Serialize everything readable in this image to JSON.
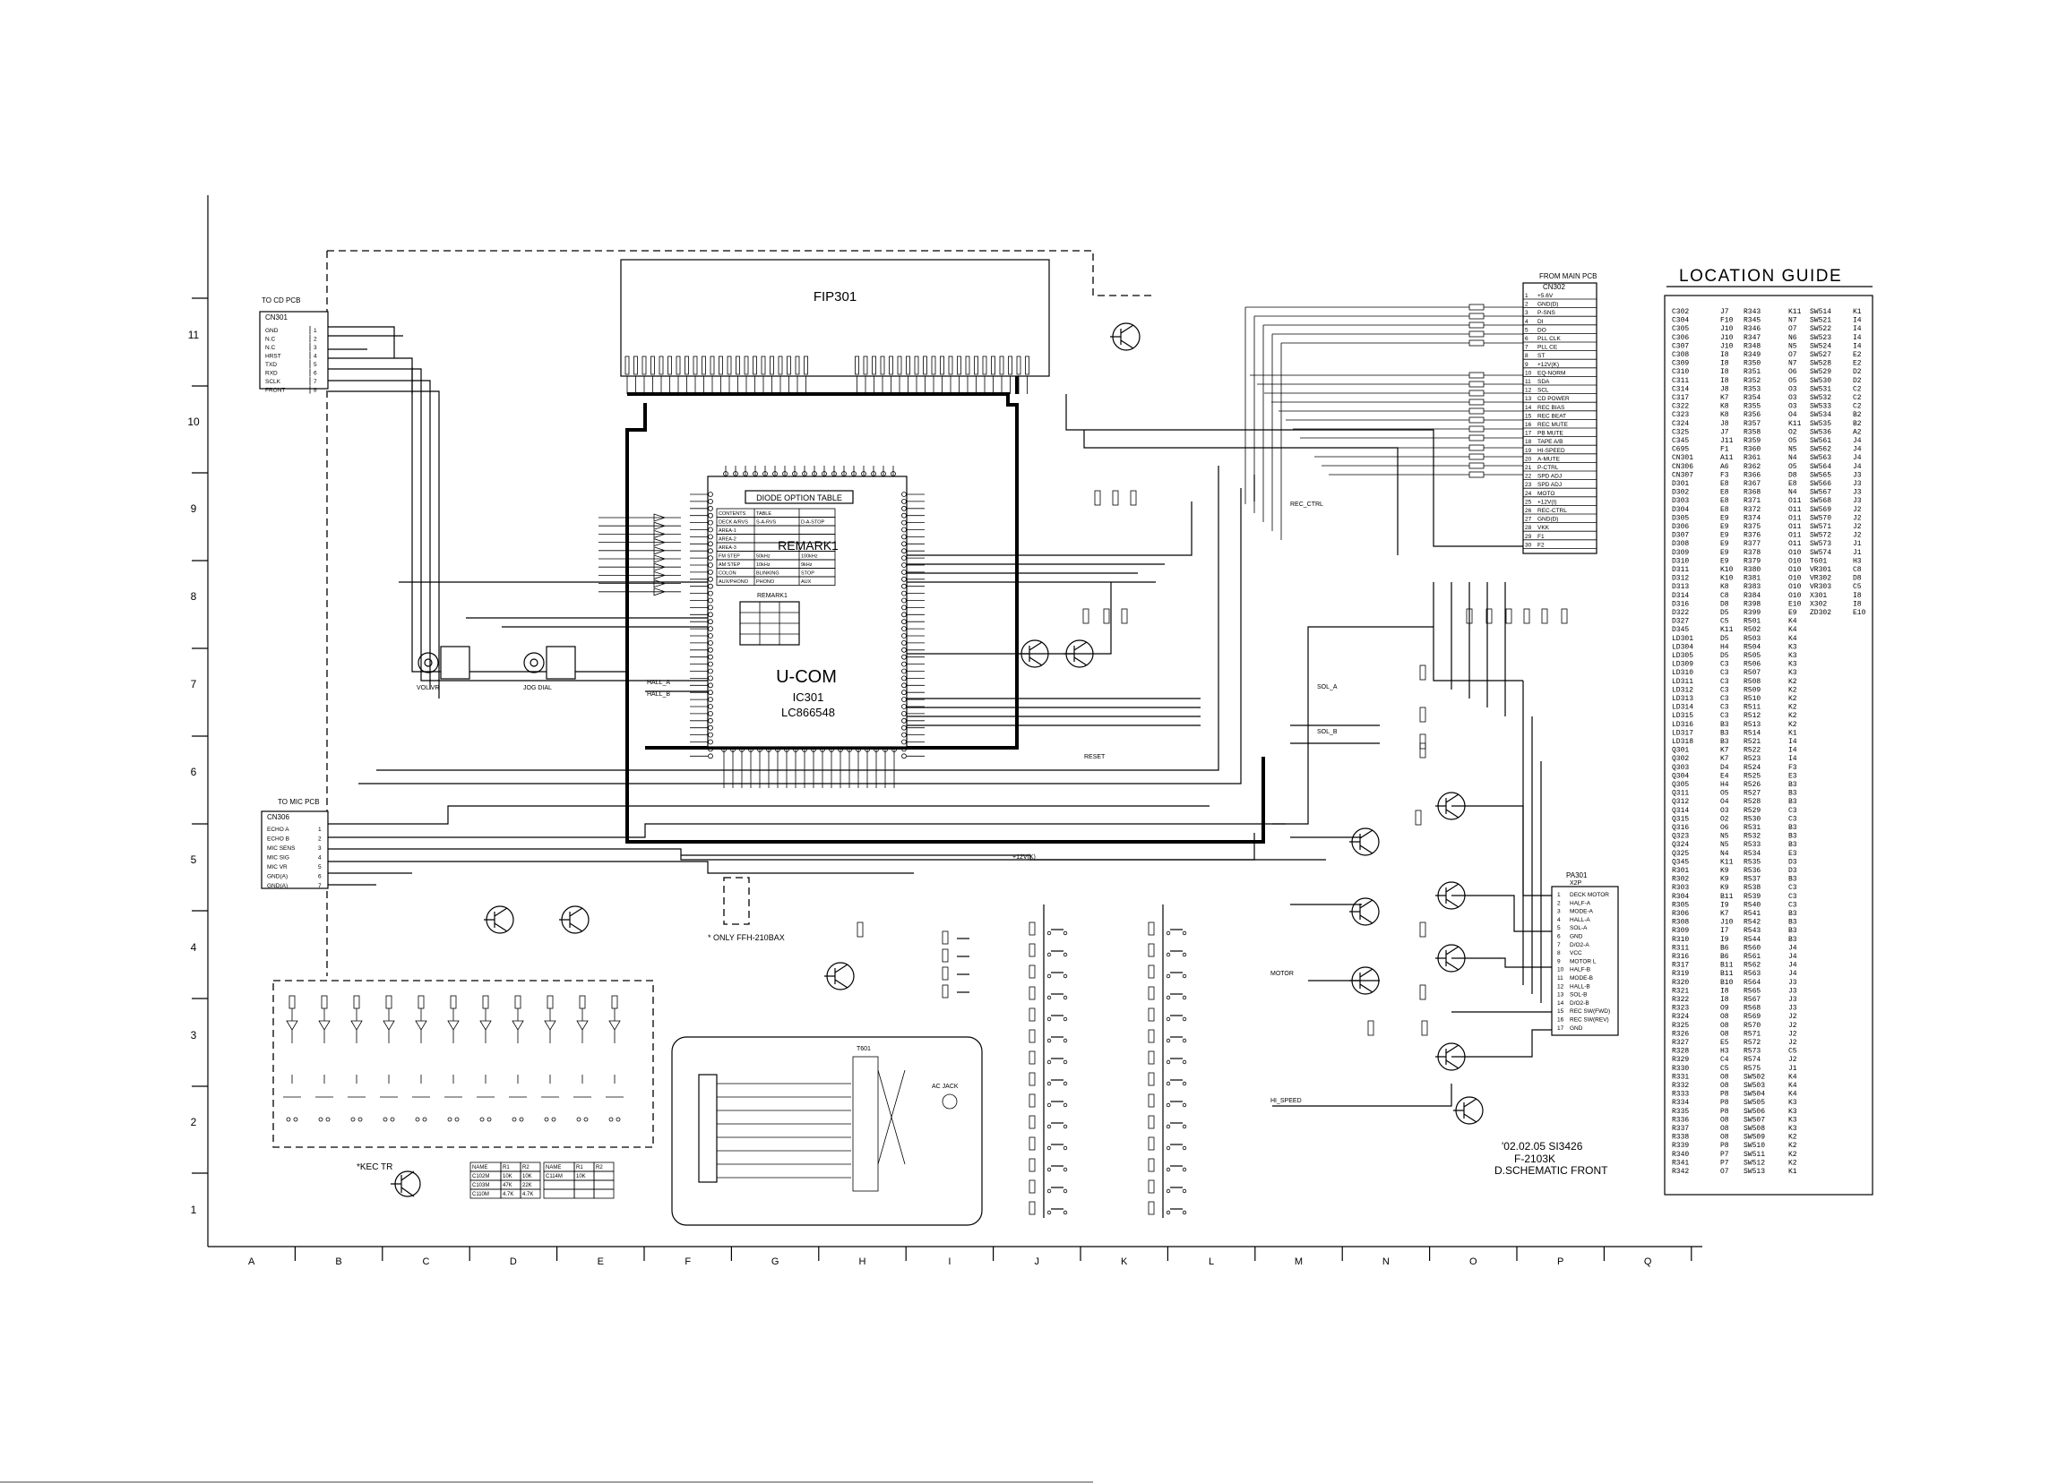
{
  "fip": {
    "label": "FIP301"
  },
  "ucom": {
    "title": "U-COM",
    "ic": "IC301",
    "part": "LC866548",
    "remark": "REMARK1"
  },
  "diode_option": {
    "title": "DIODE OPTION TABLE",
    "rows": [
      [
        "CONTENTS",
        "TABLE",
        ""
      ],
      [
        "DECK A/RVS",
        "S-A-RVS",
        "D-A-STOP"
      ],
      [
        "AREA-1",
        "",
        ""
      ],
      [
        "AREA-2",
        "",
        ""
      ],
      [
        "AREA-3",
        "",
        ""
      ],
      [
        "FM STEP",
        "50kHz",
        "100kHz"
      ],
      [
        "AM STEP",
        "10kHz",
        "9kHz"
      ],
      [
        "COLON",
        "BLINKING",
        "STOP"
      ],
      [
        "AUX/PHONO",
        "PHONO",
        "AUX"
      ]
    ]
  },
  "connectors": {
    "cn301": {
      "title": "TO CD PCB",
      "name": "CN301",
      "pins": [
        "GND",
        "N.C",
        "N.C",
        "HRST",
        "TXD",
        "RXD",
        "SCLK",
        "FRONT"
      ]
    },
    "cn306": {
      "title": "TO MIC PCB",
      "name": "CN306",
      "pins": [
        "ECHO A",
        "ECHO B",
        "MIC SENS",
        "MIC SIG",
        "MIC VR",
        "GND(A)",
        "GND(A)"
      ]
    },
    "cn302": {
      "title": "FROM MAIN PCB",
      "name": "CN302",
      "pins": [
        "+5.6V",
        "GND(D)",
        "P-SNS",
        "DI",
        "DO",
        "PLL CLK",
        "PLL CE",
        "ST",
        "+12V(K)",
        "EQ-NORM",
        "SDA",
        "SCL",
        "CD POWER",
        "REC BIAS",
        "REC BEAT",
        "REC MUTE",
        "PB MUTE",
        "TAPE A/B",
        "HI-SPEED",
        "A-MUTE",
        "P-CTRL",
        "SPD ADJ",
        "SPD ADJ",
        "MOTO",
        "+12V(I)",
        "REC-CTRL",
        "GND(D)",
        "VKK",
        "F1",
        "F2"
      ]
    },
    "pa301": {
      "name": "PA301",
      "sub": "X2P",
      "pins": [
        "DECK MOTOR",
        "HALF-A",
        "MODE-A",
        "HALL-A",
        "SOL-A",
        "GND",
        "D/O2-A",
        "VCC",
        "MOTOR L",
        "HALF-B",
        "MODE-B",
        "HALL-B",
        "SOL-B",
        "D/O2-B",
        "REC SW(FWD)",
        "REC SW(REV)",
        "GND"
      ]
    }
  },
  "nets": [
    "HALL_A",
    "HALL_B",
    "SOL_A",
    "SOL_B",
    "MOTOR",
    "HI_SPEED",
    "RESET",
    "+12V(K)",
    "REC_CTRL"
  ],
  "labels": {
    "vol": "VOL VR",
    "jog": "JOG DIAL",
    "only": "* ONLY FFH-210BAX",
    "kec": "*KEC TR",
    "t601": "T601",
    "ac_jack": "AC JACK",
    "remark_foot": "REMARK1"
  },
  "title_block": {
    "date": "'02.02.05 SI3426",
    "model": "F-2103K",
    "sheet": "D.SCHEMATIC FRONT"
  },
  "kec_table": {
    "head": [
      "NAME",
      "R1",
      "R2"
    ],
    "rows": [
      [
        "C102M",
        "10K",
        "10K"
      ],
      [
        "C103M",
        "47K",
        "22K"
      ],
      [
        "C110M",
        "4.7K",
        "4.7K"
      ]
    ],
    "head2": [
      "NAME",
      "R1",
      "R2"
    ],
    "rows2": [
      [
        "C114M",
        "10K",
        ""
      ]
    ]
  },
  "grid": {
    "columns": [
      "A",
      "B",
      "C",
      "D",
      "E",
      "F",
      "G",
      "H",
      "I",
      "J",
      "K",
      "L",
      "M",
      "N",
      "O",
      "P",
      "Q"
    ],
    "rows": [
      "1",
      "2",
      "3",
      "4",
      "5",
      "6",
      "7",
      "8",
      "9",
      "10",
      "11"
    ]
  },
  "location_guide": {
    "title": "LOCATION GUIDE",
    "col1": [
      [
        "C302",
        "J7"
      ],
      [
        "C304",
        "F10"
      ],
      [
        "C305",
        "J10"
      ],
      [
        "C306",
        "J10"
      ],
      [
        "C307",
        "J10"
      ],
      [
        "C308",
        "I8"
      ],
      [
        "C309",
        "I8"
      ],
      [
        "C310",
        "I8"
      ],
      [
        "C311",
        "I8"
      ],
      [
        "C314",
        "J8"
      ],
      [
        "C317",
        "K7"
      ],
      [
        "C322",
        "K8"
      ],
      [
        "C323",
        "K8"
      ],
      [
        "C324",
        "J8"
      ],
      [
        "C325",
        "J7"
      ],
      [
        "C345",
        "J11"
      ],
      [
        "C695",
        "F1"
      ],
      [
        "CN301",
        "A11"
      ],
      [
        "CN306",
        "A6"
      ],
      [
        "CN307",
        "F3"
      ],
      [
        "D301",
        "E8"
      ],
      [
        "D302",
        "E8"
      ],
      [
        "D303",
        "E8"
      ],
      [
        "D304",
        "E8"
      ],
      [
        "D305",
        "E9"
      ],
      [
        "D306",
        "E9"
      ],
      [
        "D307",
        "E9"
      ],
      [
        "D308",
        "E9"
      ],
      [
        "D309",
        "E9"
      ],
      [
        "D310",
        "E9"
      ],
      [
        "D311",
        "K10"
      ],
      [
        "D312",
        "K10"
      ],
      [
        "D313",
        "K8"
      ],
      [
        "D314",
        "C8"
      ],
      [
        "D316",
        "D8"
      ],
      [
        "D322",
        "D5"
      ],
      [
        "D327",
        "C5"
      ],
      [
        "D345",
        "K11"
      ],
      [
        "LD301",
        "D5"
      ],
      [
        "LD304",
        "H4"
      ],
      [
        "LD305",
        "D5"
      ],
      [
        "LD309",
        "C3"
      ],
      [
        "LD310",
        "C3"
      ],
      [
        "LD311",
        "C3"
      ],
      [
        "LD312",
        "C3"
      ],
      [
        "LD313",
        "C3"
      ],
      [
        "LD314",
        "C3"
      ],
      [
        "LD315",
        "C3"
      ],
      [
        "LD316",
        "B3"
      ],
      [
        "LD317",
        "B3"
      ],
      [
        "LD318",
        "B3"
      ],
      [
        "Q301",
        "K7"
      ],
      [
        "Q302",
        "K7"
      ],
      [
        "Q303",
        "D4"
      ],
      [
        "Q304",
        "E4"
      ],
      [
        "Q305",
        "H4"
      ],
      [
        "Q311",
        "O5"
      ],
      [
        "Q312",
        "O4"
      ],
      [
        "Q314",
        "O3"
      ],
      [
        "Q315",
        "O2"
      ],
      [
        "Q316",
        "O6"
      ],
      [
        "Q323",
        "N5"
      ],
      [
        "Q324",
        "N5"
      ],
      [
        "Q325",
        "N4"
      ],
      [
        "Q345",
        "K11"
      ],
      [
        "R301",
        "K9"
      ],
      [
        "R302",
        "K9"
      ],
      [
        "R303",
        "K9"
      ],
      [
        "R304",
        "B11"
      ],
      [
        "R305",
        "I9"
      ],
      [
        "R306",
        "K7"
      ],
      [
        "R308",
        "J10"
      ],
      [
        "R309",
        "I7"
      ],
      [
        "R310",
        "I9"
      ],
      [
        "R311",
        "B6"
      ],
      [
        "R316",
        "B6"
      ],
      [
        "R317",
        "B11"
      ],
      [
        "R319",
        "B11"
      ],
      [
        "R320",
        "B10"
      ],
      [
        "R321",
        "I8"
      ],
      [
        "R322",
        "I8"
      ],
      [
        "R323",
        "O9"
      ],
      [
        "R324",
        "O8"
      ],
      [
        "R325",
        "O8"
      ],
      [
        "R326",
        "O8"
      ],
      [
        "R327",
        "E5"
      ],
      [
        "R328",
        "H3"
      ],
      [
        "R329",
        "C4"
      ],
      [
        "R330",
        "C5"
      ],
      [
        "R331",
        "O8"
      ],
      [
        "R332",
        "O8"
      ],
      [
        "R333",
        "P8"
      ],
      [
        "R334",
        "P8"
      ],
      [
        "R335",
        "P8"
      ],
      [
        "R336",
        "O8"
      ],
      [
        "R337",
        "O8"
      ],
      [
        "R338",
        "O8"
      ],
      [
        "R339",
        "P8"
      ],
      [
        "R340",
        "P7"
      ],
      [
        "R341",
        "P7"
      ],
      [
        "R342",
        "O7"
      ]
    ],
    "col2": [
      [
        "R343",
        "K11"
      ],
      [
        "R345",
        "N7"
      ],
      [
        "R346",
        "O7"
      ],
      [
        "R347",
        "N6"
      ],
      [
        "R348",
        "N5"
      ],
      [
        "R349",
        "O7"
      ],
      [
        "R350",
        "N7"
      ],
      [
        "R351",
        "O6"
      ],
      [
        "R352",
        "O5"
      ],
      [
        "R353",
        "O3"
      ],
      [
        "R354",
        "O3"
      ],
      [
        "R355",
        "O3"
      ],
      [
        "R356",
        "O4"
      ],
      [
        "R357",
        "K11"
      ],
      [
        "R358",
        "O2"
      ],
      [
        "R359",
        "O5"
      ],
      [
        "R360",
        "N5"
      ],
      [
        "R361",
        "N4"
      ],
      [
        "R362",
        "O5"
      ],
      [
        "R366",
        "D8"
      ],
      [
        "R367",
        "E8"
      ],
      [
        "R368",
        "N4"
      ],
      [
        "R371",
        "O11"
      ],
      [
        "R372",
        "O11"
      ],
      [
        "R374",
        "O11"
      ],
      [
        "R375",
        "O11"
      ],
      [
        "R376",
        "O11"
      ],
      [
        "R377",
        "O11"
      ],
      [
        "R378",
        "O10"
      ],
      [
        "R379",
        "O10"
      ],
      [
        "R380",
        "O10"
      ],
      [
        "R381",
        "O10"
      ],
      [
        "R383",
        "O10"
      ],
      [
        "R384",
        "O10"
      ],
      [
        "R398",
        "E10"
      ],
      [
        "R399",
        "E9"
      ],
      [
        "R501",
        "K4"
      ],
      [
        "R502",
        "K4"
      ],
      [
        "R503",
        "K4"
      ],
      [
        "R504",
        "K3"
      ],
      [
        "R505",
        "K3"
      ],
      [
        "R506",
        "K3"
      ],
      [
        "R507",
        "K3"
      ],
      [
        "R508",
        "K2"
      ],
      [
        "R509",
        "K2"
      ],
      [
        "R510",
        "K2"
      ],
      [
        "R511",
        "K2"
      ],
      [
        "R512",
        "K2"
      ],
      [
        "R513",
        "K2"
      ],
      [
        "R514",
        "K1"
      ],
      [
        "R521",
        "I4"
      ],
      [
        "R522",
        "I4"
      ],
      [
        "R523",
        "I4"
      ],
      [
        "R524",
        "F3"
      ],
      [
        "R525",
        "E3"
      ],
      [
        "R526",
        "B3"
      ],
      [
        "R527",
        "B3"
      ],
      [
        "R528",
        "B3"
      ],
      [
        "R529",
        "C3"
      ],
      [
        "R530",
        "C3"
      ],
      [
        "R531",
        "B3"
      ],
      [
        "R532",
        "B3"
      ],
      [
        "R533",
        "B3"
      ],
      [
        "R534",
        "E3"
      ],
      [
        "R535",
        "D3"
      ],
      [
        "R536",
        "D3"
      ],
      [
        "R537",
        "B3"
      ],
      [
        "R538",
        "C3"
      ],
      [
        "R539",
        "C3"
      ],
      [
        "R540",
        "C3"
      ],
      [
        "R541",
        "B3"
      ],
      [
        "R542",
        "B3"
      ],
      [
        "R543",
        "B3"
      ],
      [
        "R544",
        "B3"
      ],
      [
        "R560",
        "J4"
      ],
      [
        "R561",
        "J4"
      ],
      [
        "R562",
        "J4"
      ],
      [
        "R563",
        "J4"
      ],
      [
        "R564",
        "J3"
      ],
      [
        "R565",
        "J3"
      ],
      [
        "R567",
        "J3"
      ],
      [
        "R568",
        "J3"
      ],
      [
        "R569",
        "J2"
      ],
      [
        "R570",
        "J2"
      ],
      [
        "R571",
        "J2"
      ],
      [
        "R572",
        "J2"
      ],
      [
        "R573",
        "C5"
      ],
      [
        "R574",
        "J2"
      ],
      [
        "R575",
        "J1"
      ],
      [
        "SW502",
        "K4"
      ],
      [
        "SW503",
        "K4"
      ],
      [
        "SW504",
        "K4"
      ],
      [
        "SW505",
        "K3"
      ],
      [
        "SW506",
        "K3"
      ],
      [
        "SW507",
        "K3"
      ],
      [
        "SW508",
        "K3"
      ],
      [
        "SW509",
        "K2"
      ],
      [
        "SW510",
        "K2"
      ],
      [
        "SW511",
        "K2"
      ],
      [
        "SW512",
        "K2"
      ],
      [
        "SW513",
        "K1"
      ]
    ],
    "col3": [
      [
        "SW514",
        "K1"
      ],
      [
        "SW521",
        "I4"
      ],
      [
        "SW522",
        "I4"
      ],
      [
        "SW523",
        "I4"
      ],
      [
        "SW524",
        "I4"
      ],
      [
        "SW527",
        "E2"
      ],
      [
        "SW528",
        "E2"
      ],
      [
        "SW529",
        "D2"
      ],
      [
        "SW530",
        "D2"
      ],
      [
        "SW531",
        "C2"
      ],
      [
        "SW532",
        "C2"
      ],
      [
        "SW533",
        "C2"
      ],
      [
        "SW534",
        "B2"
      ],
      [
        "SW535",
        "B2"
      ],
      [
        "SW536",
        "A2"
      ],
      [
        "SW561",
        "J4"
      ],
      [
        "SW562",
        "J4"
      ],
      [
        "SW563",
        "J4"
      ],
      [
        "SW564",
        "J4"
      ],
      [
        "SW565",
        "J3"
      ],
      [
        "SW566",
        "J3"
      ],
      [
        "SW567",
        "J3"
      ],
      [
        "SW568",
        "J3"
      ],
      [
        "SW569",
        "J2"
      ],
      [
        "SW570",
        "J2"
      ],
      [
        "SW571",
        "J2"
      ],
      [
        "SW572",
        "J2"
      ],
      [
        "SW573",
        "J1"
      ],
      [
        "SW574",
        "J1"
      ],
      [
        "T601",
        "H3"
      ],
      [
        "VR301",
        "C8"
      ],
      [
        "VR302",
        "D8"
      ],
      [
        "VR303",
        "C5"
      ],
      [
        "X301",
        "I8"
      ],
      [
        "X302",
        "I8"
      ],
      [
        "ZD302",
        "E10"
      ]
    ]
  }
}
